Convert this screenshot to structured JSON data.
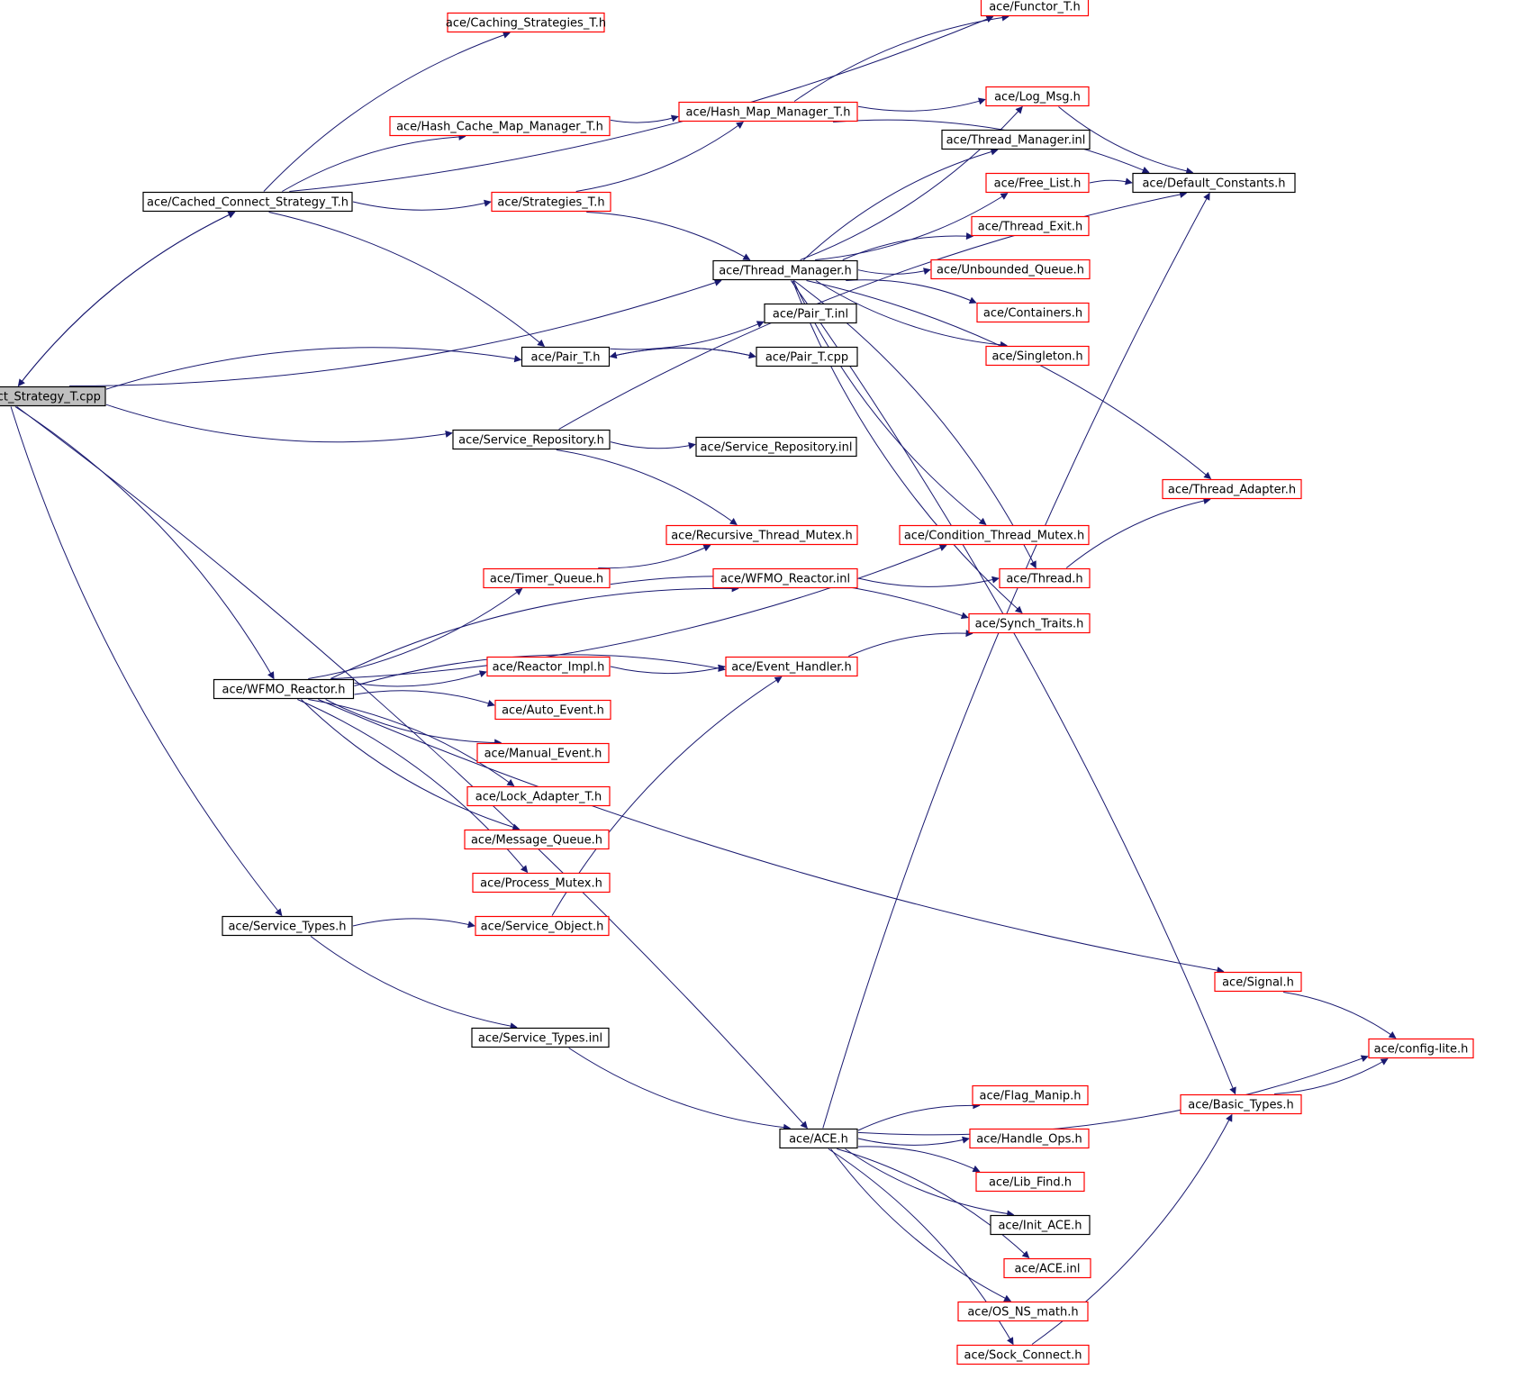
{
  "colors": {
    "edge": "#191970",
    "root_fill": "#bfbfbf",
    "documented_border": "#000000",
    "undocumented_border": "#ff0000",
    "background": "#ffffff"
  },
  "nodes": {
    "root": {
      "label": "Cached_Connect_Strategy_T.cpp",
      "type": "root"
    },
    "cached_strategy": {
      "label": "ace/Cached_Connect_Strategy_T.h",
      "type": "documented"
    },
    "caching_strategies": {
      "label": "ace/Caching_Strategies_T.h",
      "type": "undocumented"
    },
    "functor": {
      "label": "ace/Functor_T.h",
      "type": "undocumented"
    },
    "hash_cache": {
      "label": "ace/Hash_Cache_Map_Manager_T.h",
      "type": "undocumented"
    },
    "hash_map": {
      "label": "ace/Hash_Map_Manager_T.h",
      "type": "undocumented"
    },
    "log_msg": {
      "label": "ace/Log_Msg.h",
      "type": "undocumented"
    },
    "thread_manager_inl": {
      "label": "ace/Thread_Manager.inl",
      "type": "documented"
    },
    "free_list": {
      "label": "ace/Free_List.h",
      "type": "undocumented"
    },
    "default_constants": {
      "label": "ace/Default_Constants.h",
      "type": "documented"
    },
    "strategies": {
      "label": "ace/Strategies_T.h",
      "type": "undocumented"
    },
    "thread_exit": {
      "label": "ace/Thread_Exit.h",
      "type": "undocumented"
    },
    "thread_manager": {
      "label": "ace/Thread_Manager.h",
      "type": "documented"
    },
    "unbounded_queue": {
      "label": "ace/Unbounded_Queue.h",
      "type": "undocumented"
    },
    "containers": {
      "label": "ace/Containers.h",
      "type": "undocumented"
    },
    "pair_inl": {
      "label": "ace/Pair_T.inl",
      "type": "documented"
    },
    "pair_h": {
      "label": "ace/Pair_T.h",
      "type": "documented"
    },
    "pair_cpp": {
      "label": "ace/Pair_T.cpp",
      "type": "documented"
    },
    "singleton": {
      "label": "ace/Singleton.h",
      "type": "undocumented"
    },
    "service_repository": {
      "label": "ace/Service_Repository.h",
      "type": "documented"
    },
    "service_repository_inl": {
      "label": "ace/Service_Repository.inl",
      "type": "documented"
    },
    "thread_adapter": {
      "label": "ace/Thread_Adapter.h",
      "type": "undocumented"
    },
    "recursive_mutex": {
      "label": "ace/Recursive_Thread_Mutex.h",
      "type": "undocumented"
    },
    "condition_mutex": {
      "label": "ace/Condition_Thread_Mutex.h",
      "type": "undocumented"
    },
    "timer_queue": {
      "label": "ace/Timer_Queue.h",
      "type": "undocumented"
    },
    "wfmo_inl": {
      "label": "ace/WFMO_Reactor.inl",
      "type": "undocumented"
    },
    "thread_h": {
      "label": "ace/Thread.h",
      "type": "undocumented"
    },
    "synch_traits": {
      "label": "ace/Synch_Traits.h",
      "type": "undocumented"
    },
    "reactor_impl": {
      "label": "ace/Reactor_Impl.h",
      "type": "undocumented"
    },
    "event_handler": {
      "label": "ace/Event_Handler.h",
      "type": "undocumented"
    },
    "wfmo": {
      "label": "ace/WFMO_Reactor.h",
      "type": "documented"
    },
    "auto_event": {
      "label": "ace/Auto_Event.h",
      "type": "undocumented"
    },
    "manual_event": {
      "label": "ace/Manual_Event.h",
      "type": "undocumented"
    },
    "lock_adapter": {
      "label": "ace/Lock_Adapter_T.h",
      "type": "undocumented"
    },
    "message_queue": {
      "label": "ace/Message_Queue.h",
      "type": "undocumented"
    },
    "process_mutex": {
      "label": "ace/Process_Mutex.h",
      "type": "undocumented"
    },
    "service_types": {
      "label": "ace/Service_Types.h",
      "type": "documented"
    },
    "service_object": {
      "label": "ace/Service_Object.h",
      "type": "undocumented"
    },
    "signal": {
      "label": "ace/Signal.h",
      "type": "undocumented"
    },
    "service_types_inl": {
      "label": "ace/Service_Types.inl",
      "type": "documented"
    },
    "config_lite": {
      "label": "ace/config-lite.h",
      "type": "undocumented"
    },
    "flag_manip": {
      "label": "ace/Flag_Manip.h",
      "type": "undocumented"
    },
    "basic_types": {
      "label": "ace/Basic_Types.h",
      "type": "undocumented"
    },
    "ace_h": {
      "label": "ace/ACE.h",
      "type": "documented"
    },
    "handle_ops": {
      "label": "ace/Handle_Ops.h",
      "type": "undocumented"
    },
    "lib_find": {
      "label": "ace/Lib_Find.h",
      "type": "undocumented"
    },
    "init_ace": {
      "label": "ace/Init_ACE.h",
      "type": "documented"
    },
    "ace_inl": {
      "label": "ace/ACE.inl",
      "type": "undocumented"
    },
    "os_ns_math": {
      "label": "ace/OS_NS_math.h",
      "type": "undocumented"
    },
    "sock_connect": {
      "label": "ace/Sock_Connect.h",
      "type": "undocumented"
    }
  }
}
